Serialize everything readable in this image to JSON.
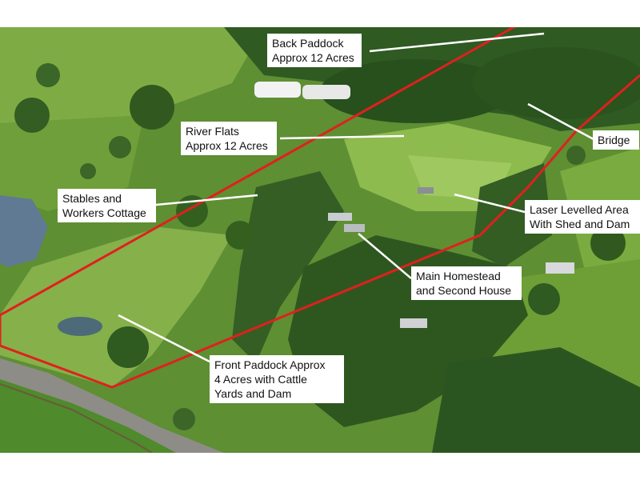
{
  "colors": {
    "boundary": "#e0201e",
    "leader": "#ffffff",
    "label_bg": "#ffffff"
  },
  "labels": {
    "back_paddock": "Back Paddock\nApprox 12 Acres",
    "river_flats": "River Flats\nApprox 12 Acres",
    "bridge": "Bridge",
    "stables": "Stables and\nWorkers Cottage",
    "laser_levelled": "Laser Levelled Area\nWith Shed and Dam",
    "main_homestead": "Main Homestead\nand Second House",
    "front_paddock": "Front Paddock Approx\n 4 Acres with Cattle\n Yards and Dam"
  }
}
